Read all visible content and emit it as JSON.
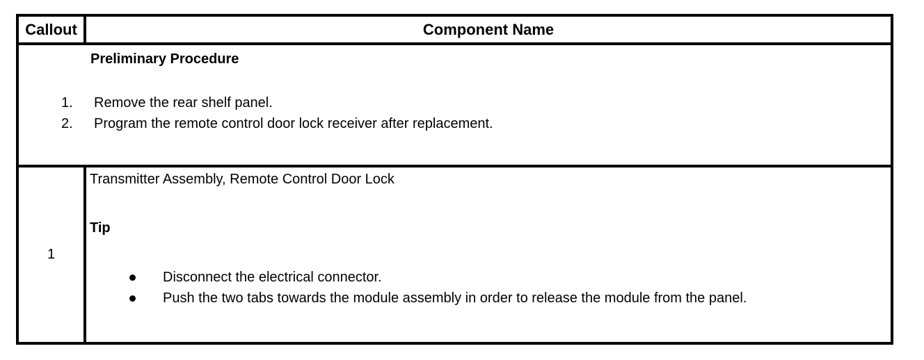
{
  "page": {
    "background_color": "#ffffff",
    "text_color": "#000000",
    "border_color": "#000000"
  },
  "table": {
    "header": {
      "callout_label": "Callout",
      "component_label": "Component Name"
    },
    "preliminary_row": {
      "heading": "Preliminary Procedure",
      "steps": [
        {
          "num": "1.",
          "text": "Remove the rear shelf panel."
        },
        {
          "num": "2.",
          "text": "Program the remote control door lock receiver after replacement."
        }
      ]
    },
    "component_row": {
      "callout": "1",
      "title": "Transmitter Assembly, Remote Control Door Lock",
      "tip_label": "Tip",
      "bullets": [
        {
          "text": "Disconnect the electrical connector."
        },
        {
          "text": "Push the two tabs towards the module assembly in order to release the module from the panel."
        }
      ]
    }
  }
}
